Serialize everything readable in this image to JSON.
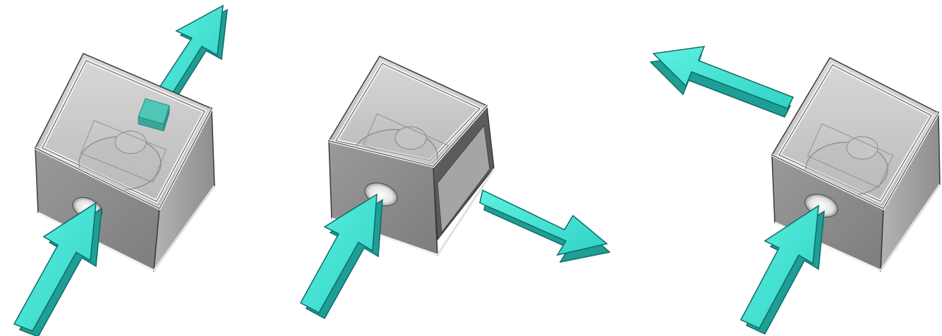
{
  "colors": {
    "background": "#ffffff",
    "arrow_top": "#3fe0d0",
    "arrow_side": "#1f9e96",
    "arrow_edge": "#0e6b66",
    "box_front": "#8f8f8f",
    "box_side": "#a4a4a4",
    "box_inner": "#c9c9c9",
    "box_frame": "#f2f2f2",
    "box_edge": "#3a3a3a"
  },
  "diagrams": [
    {
      "name": "top-outlet",
      "inlet": "bottom-front",
      "outlet": "top"
    },
    {
      "name": "side-outlet",
      "inlet": "bottom-front",
      "outlet": "right-side"
    },
    {
      "name": "back-outlet",
      "inlet": "bottom-front",
      "outlet": "back-left"
    }
  ]
}
